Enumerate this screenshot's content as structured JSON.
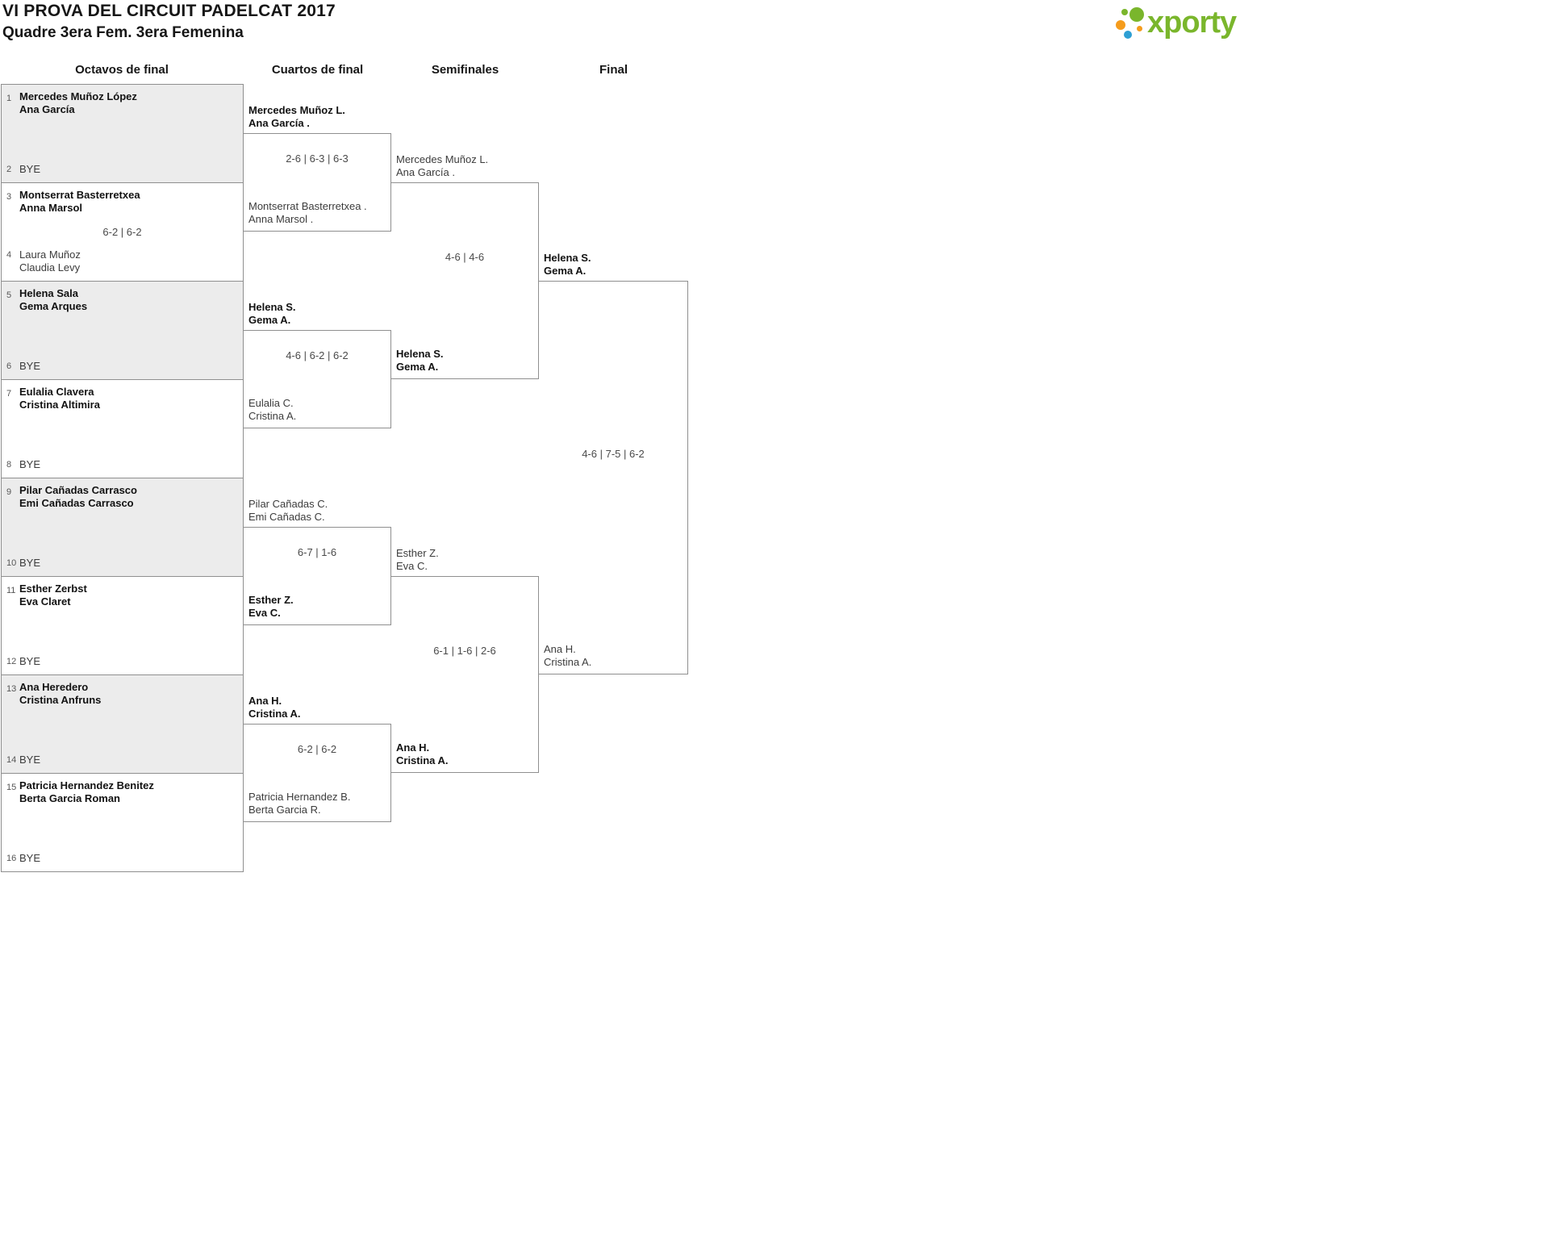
{
  "header": {
    "title": "VI PROVA DEL CIRCUIT PADELCAT 2017",
    "subtitle": "Quadre 3era Fem. 3era Femenina"
  },
  "logo": {
    "text": "xporty",
    "brand_green": "#7ab62c",
    "brand_orange": "#f59c1c",
    "brand_blue": "#2e9fd4"
  },
  "round_headers": [
    "Octavos de final",
    "Cuartos de final",
    "Semifinales",
    "Final"
  ],
  "bracket": {
    "octavos": [
      {
        "top_seed": "1",
        "top_line1": "Mercedes Muñoz López",
        "top_line2": "Ana García",
        "bottom_seed": "2",
        "bottom_line1": "BYE",
        "winner": "top"
      },
      {
        "top_seed": "3",
        "top_line1": "Montserrat Basterretxea",
        "top_line2": "Anna Marsol",
        "score": "6-2 | 6-2",
        "bottom_seed": "4",
        "bottom_line1": "Laura Muñoz",
        "bottom_line2": "Claudia Levy",
        "winner": "top"
      },
      {
        "top_seed": "5",
        "top_line1": "Helena Sala",
        "top_line2": "Gema Arques",
        "bottom_seed": "6",
        "bottom_line1": "BYE",
        "winner": "top"
      },
      {
        "top_seed": "7",
        "top_line1": "Eulalia Clavera",
        "top_line2": "Cristina Altimira",
        "bottom_seed": "8",
        "bottom_line1": "BYE",
        "winner": "top"
      },
      {
        "top_seed": "9",
        "top_line1": "Pilar Cañadas Carrasco",
        "top_line2": "Emi Cañadas Carrasco",
        "bottom_seed": "10",
        "bottom_line1": "BYE",
        "winner": "top"
      },
      {
        "top_seed": "11",
        "top_line1": "Esther Zerbst",
        "top_line2": "Eva Claret",
        "bottom_seed": "12",
        "bottom_line1": "BYE",
        "winner": "top"
      },
      {
        "top_seed": "13",
        "top_line1": "Ana Heredero",
        "top_line2": "Cristina Anfruns",
        "bottom_seed": "14",
        "bottom_line1": "BYE",
        "winner": "top"
      },
      {
        "top_seed": "15",
        "top_line1": "Patricia Hernandez Benitez",
        "top_line2": "Berta Garcia Roman",
        "bottom_seed": "16",
        "bottom_line1": "BYE",
        "winner": "top"
      }
    ],
    "cuartos": [
      {
        "top_line1": "Mercedes Muñoz L.",
        "top_line2": "Ana García .",
        "score": "2-6 | 6-3 | 6-3",
        "bottom_line1": "Montserrat Basterretxea .",
        "bottom_line2": "Anna Marsol .",
        "winner": "top"
      },
      {
        "top_line1": "Helena S.",
        "top_line2": "Gema A.",
        "score": "4-6 | 6-2 | 6-2",
        "bottom_line1": "Eulalia C.",
        "bottom_line2": "Cristina A.",
        "winner": "top"
      },
      {
        "top_line1": "Pilar Cañadas C.",
        "top_line2": "Emi Cañadas C.",
        "score": "6-7 | 1-6",
        "bottom_line1": "Esther Z.",
        "bottom_line2": "Eva C.",
        "winner": "bottom"
      },
      {
        "top_line1": "Ana H.",
        "top_line2": "Cristina A.",
        "score": "6-2 | 6-2",
        "bottom_line1": "Patricia Hernandez B.",
        "bottom_line2": "Berta Garcia R.",
        "winner": "top"
      }
    ],
    "semifinales": [
      {
        "top_line1": "Mercedes Muñoz L.",
        "top_line2": "Ana García .",
        "score": "4-6 | 4-6",
        "bottom_line1": "Helena S.",
        "bottom_line2": "Gema A.",
        "winner": "bottom"
      },
      {
        "top_line1": "Esther Z.",
        "top_line2": "Eva C.",
        "score": "6-1 | 1-6 | 2-6",
        "bottom_line1": "Ana H.",
        "bottom_line2": "Cristina A.",
        "winner": "bottom"
      }
    ],
    "final": {
      "top_line1": "Helena S.",
      "top_line2": "Gema A.",
      "score": "4-6 | 7-5 | 6-2",
      "bottom_line1": "Ana H.",
      "bottom_line2": "Cristina A.",
      "winner": "top"
    }
  }
}
